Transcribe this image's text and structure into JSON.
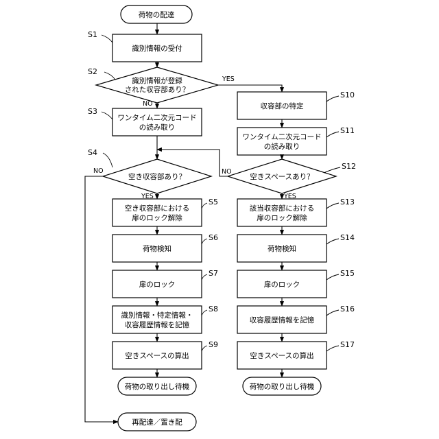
{
  "nodes": {
    "start": [
      "荷物の配達"
    ],
    "s1": [
      "識別情報の受付"
    ],
    "s2": [
      "識別情報が登録",
      "された収容部あり？"
    ],
    "s3": [
      "ワンタイム二次元コード",
      "の読み取り"
    ],
    "s4": [
      "空き収容部あり？"
    ],
    "s5": [
      "空き収容部における",
      "扉のロック解除"
    ],
    "s6": [
      "荷物検知"
    ],
    "s7": [
      "扉のロック"
    ],
    "s8": [
      "識別情報・特定情報・",
      "収容履歴情報を記憶"
    ],
    "s9": [
      "空きスペースの算出"
    ],
    "end_left": [
      "荷物の取り出し待機"
    ],
    "end_bottom": [
      "再配達／置き配"
    ],
    "s10": [
      "収容部の特定"
    ],
    "s11": [
      "ワンタイム二次元コード",
      "の読み取り"
    ],
    "s12": [
      "空きスペースあり？"
    ],
    "s13": [
      "該当収容部における",
      "扉のロック解除"
    ],
    "s14": [
      "荷物検知"
    ],
    "s15": [
      "扉のロック"
    ],
    "s16": [
      "収容履歴情報を記憶"
    ],
    "s17": [
      "空きスペースの算出"
    ],
    "end_right": [
      "荷物の取り出し待機"
    ]
  },
  "step_labels": {
    "s1": "S1",
    "s2": "S2",
    "s3": "S3",
    "s4": "S4",
    "s5": "S5",
    "s6": "S6",
    "s7": "S7",
    "s8": "S8",
    "s9": "S9",
    "s10": "S10",
    "s11": "S11",
    "s12": "S12",
    "s13": "S13",
    "s14": "S14",
    "s15": "S15",
    "s16": "S16",
    "s17": "S17"
  },
  "branch_labels": {
    "s2_yes": "YES",
    "s2_no": "NO",
    "s4_yes": "YES",
    "s4_no": "NO",
    "s12_yes": "YES",
    "s12_no": "NO"
  }
}
